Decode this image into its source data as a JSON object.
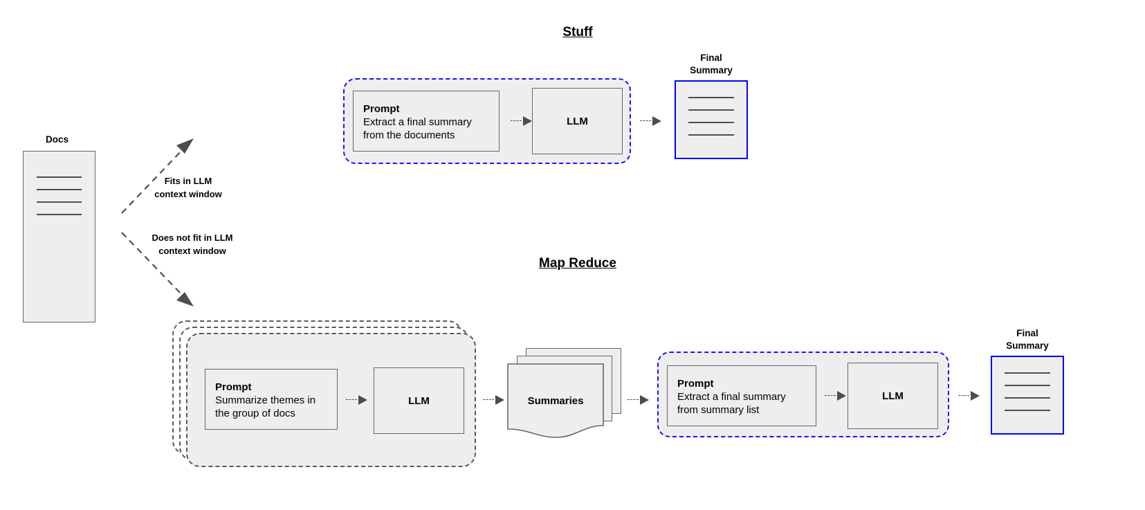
{
  "diagram": {
    "source": {
      "label": "Docs",
      "icon": "document-icon"
    },
    "branches": [
      {
        "label": "Fits in LLM\ncontext window",
        "direction": "up-right"
      },
      {
        "label": "Does not fit in LLM\ncontext window",
        "direction": "down-right"
      }
    ],
    "sections": [
      {
        "id": "stuff",
        "title": "Stuff",
        "steps": [
          {
            "type": "prompt",
            "title": "Prompt",
            "body": "Extract a final summary\nfrom the documents"
          },
          {
            "type": "llm",
            "label": "LLM"
          }
        ],
        "output": {
          "label": "Final\nSummary",
          "icon": "document-icon"
        }
      },
      {
        "id": "map-reduce",
        "title": "Map Reduce",
        "map_steps": [
          {
            "type": "prompt",
            "title": "Prompt",
            "body": "Summarize themes in\nthe group of docs"
          },
          {
            "type": "llm",
            "label": "LLM"
          }
        ],
        "intermediate": {
          "label": "Summaries",
          "icon": "stacked-documents-icon"
        },
        "reduce_steps": [
          {
            "type": "prompt",
            "title": "Prompt",
            "body": "Extract a final summary\nfrom summary list"
          },
          {
            "type": "llm",
            "label": "LLM"
          }
        ],
        "output": {
          "label": "Final\nSummary",
          "icon": "document-icon"
        }
      }
    ],
    "colors": {
      "group_border_blue": "#1414ff",
      "group_border_gray": "#595959",
      "box_border": "#666666",
      "box_fill": "#eeeeee",
      "output_border": "#0000ff",
      "arrow": "#4d4d4d",
      "background": "#ffffff"
    }
  }
}
